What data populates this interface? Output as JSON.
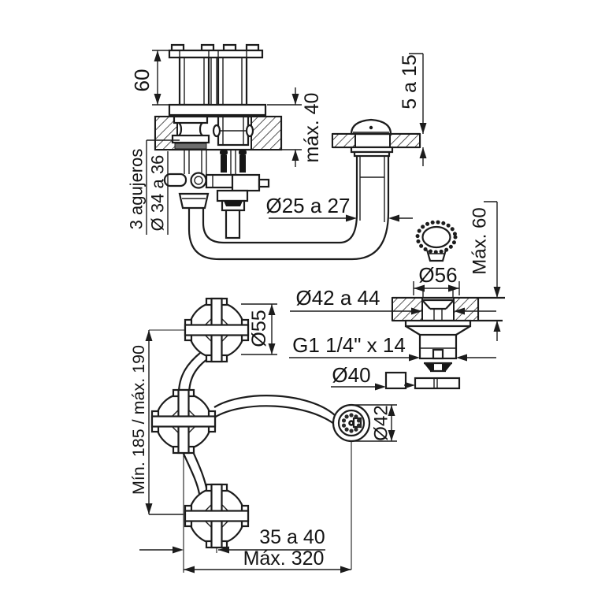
{
  "meta": {
    "drawing_type": "faucet-technical-dimension-drawing",
    "background_color": "#ffffff",
    "line_color": "#1c1c1c",
    "text_color": "#141414"
  },
  "labels": {
    "handle_height": "60",
    "countertop_max_thickness": "máx. 40",
    "drain_deck_range": "5 a 15",
    "holes_count": "3 agujeros",
    "holes_diameter": "Ø 34 a 36",
    "pipe_diameter": "Ø25 a 27",
    "popup_deck_max": "Máx. 60",
    "knob_diameter": "Ø56",
    "popup_hole_diameter": "Ø42 a 44",
    "thread_spec": "G1 1/4\" x 14",
    "tailpiece_diameter": "Ø40",
    "handle_diameter": "Ø55",
    "depth_range": "Mín. 185 / máx. 190",
    "spray_diameter": "Ø42",
    "spout_offset": "35 a 40",
    "max_reach": "Máx. 320"
  }
}
